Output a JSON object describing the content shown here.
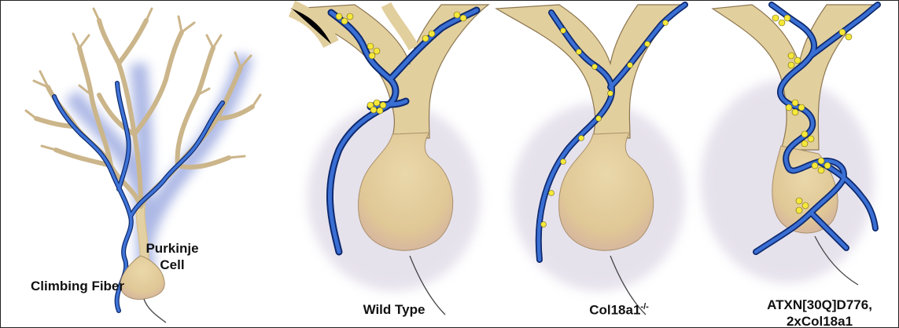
{
  "labels": {
    "climbing_fiber": "Climbing Fiber",
    "purkinje_cell": "Purkinje Cell",
    "wild_type": "Wild Type",
    "col18a1_ko": {
      "base": "Col18a1",
      "sup": "-/-"
    },
    "atxn": "ATXN[30Q]D776,",
    "atxn_line2": "2xCol18a1"
  },
  "colors": {
    "purkinje_fill": "#e2cf9e",
    "purkinje_edge": "#8c7650",
    "soma_fill": "#e3cc9a",
    "climbing_fiber": "#2f64c8",
    "climbing_fiber_dark": "#0e2a6e",
    "synapse_dot": "#f6e83a"
  }
}
